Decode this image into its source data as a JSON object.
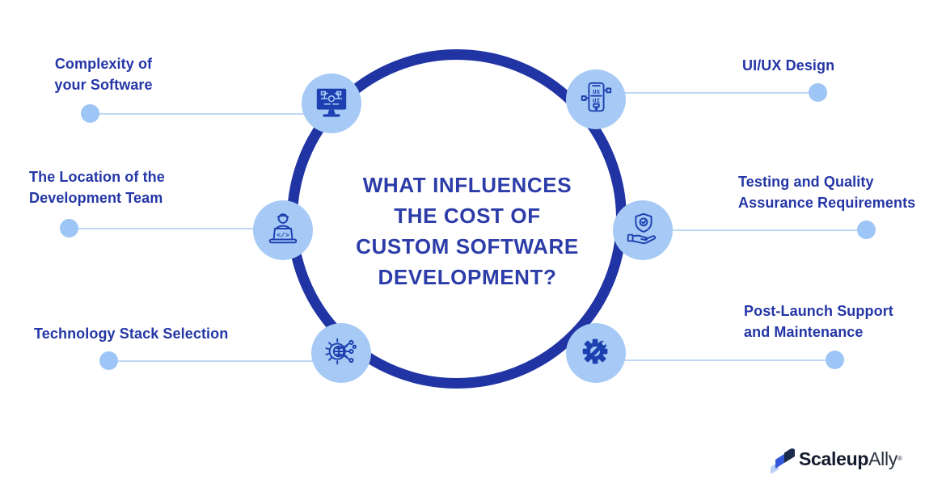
{
  "title": {
    "lines": [
      "WHAT INFLUENCES",
      "THE COST OF",
      "CUSTOM SOFTWARE",
      "DEVELOPMENT?"
    ]
  },
  "items": [
    {
      "id": "complexity",
      "icon": "monitor-flowchart-icon",
      "label_lines": [
        "Complexity of",
        "your Software"
      ]
    },
    {
      "id": "location",
      "icon": "developer-laptop-icon",
      "label_lines": [
        "The Location of the",
        "Development Team"
      ]
    },
    {
      "id": "tech-stack",
      "icon": "gear-globe-network-icon",
      "label_lines": [
        "Technology Stack Selection"
      ]
    },
    {
      "id": "uiux",
      "icon": "mobile-uiux-icon",
      "label_lines": [
        "UI/UX Design"
      ]
    },
    {
      "id": "testing",
      "icon": "shield-hand-icon",
      "label_lines": [
        "Testing and Quality",
        "Assurance Requirements"
      ]
    },
    {
      "id": "post-launch",
      "icon": "gear-wrench-icon",
      "label_lines": [
        "Post-Launch Support",
        "and Maintenance"
      ]
    }
  ],
  "icon_texts": {
    "ux": "UX",
    "ui": "UI",
    "code": "</>"
  },
  "logo": {
    "brand_bold": "Scaleup",
    "brand_light": "Ally",
    "registered": "®"
  },
  "colors": {
    "ring": "#2134A4",
    "title_text": "#2C3CA8",
    "label_text": "#2436A6",
    "icon_bg": "#A6CAF5",
    "dot": "#9DC5F5",
    "connector": "#BDD9F4",
    "icon_stroke": "#1D40B0",
    "logo_blue": "#3357DB",
    "logo_navy": "#1B2B4B",
    "logo_light_blue": "#BCD0F6",
    "background": "#FFFFFF"
  }
}
